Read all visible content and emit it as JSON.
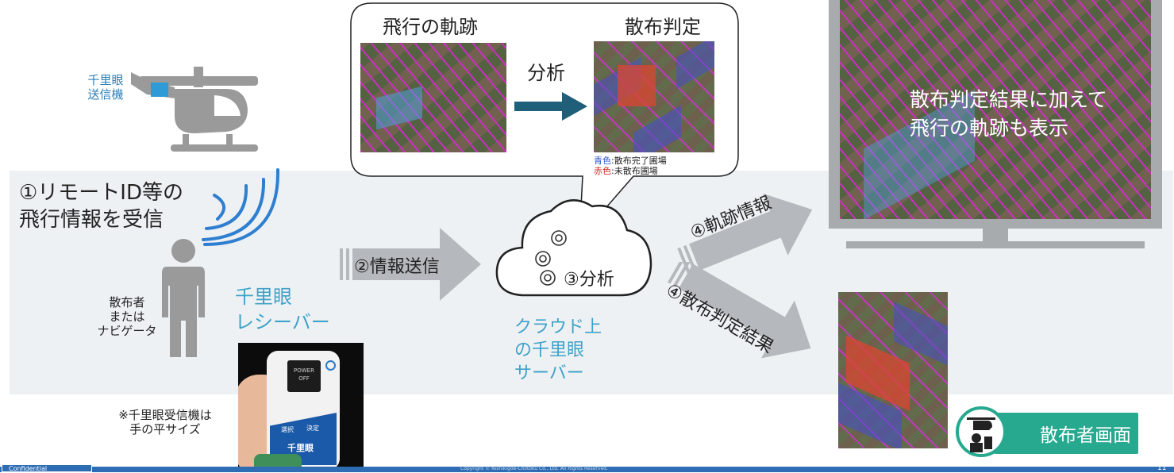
{
  "drone_transmitter_label": [
    "千里眼",
    "送信機"
  ],
  "receive_label": [
    "①リモートID等の",
    "飛行情報を受信"
  ],
  "person_label": [
    "散布者",
    "または",
    "ナビゲータ"
  ],
  "receiver_label": [
    "千里眼",
    "レシーバー"
  ],
  "receiver_note": [
    "※千里眼受信機は",
    "手の平サイズ"
  ],
  "device": {
    "line1": "POWER",
    "line2": "OFF",
    "btn_left": "選択",
    "btn_right": "決定",
    "brand": "千里眼"
  },
  "send_label": "②情報送信",
  "cloud_label": "③分析",
  "cloud_server_label": [
    "クラウド上",
    "の千里眼",
    "サーバー"
  ],
  "bubble": {
    "left_title": "飛行の軌跡",
    "right_title": "散布判定",
    "analyze_label": "分析",
    "legend_blue": "青色",
    "legend_blue_text": ":散布完了圃場",
    "legend_red": "赤色",
    "legend_red_text": ":未散布圃場"
  },
  "arrow_track": "④軌跡情報",
  "arrow_result": "④散布判定結果",
  "monitor_text": [
    "散布判定結果に加えて",
    "飛行の軌跡も表示"
  ],
  "sprayer_screen_label": "散布者画面",
  "footer": {
    "confidential": "Confidential",
    "copyright": "Copyright © Nishikigoe-Chotoku Co., Ltd. All Rights Reserved.",
    "page": "11"
  },
  "colors": {
    "teal": "#3fa2c7",
    "dark_blue": "#1f5f7a",
    "green_badge": "#27a98f",
    "footer_blue": "#2e6db4",
    "legend_blue": "#2b54c8",
    "legend_red": "#d02a20"
  }
}
